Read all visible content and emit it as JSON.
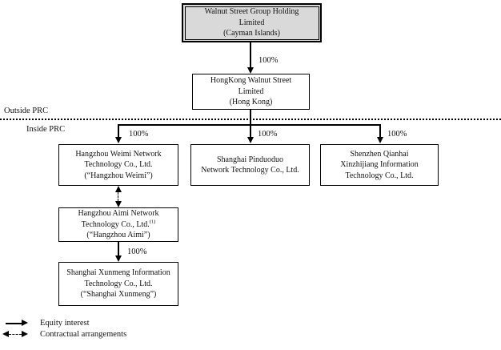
{
  "colors": {
    "background": "#ffffff",
    "top_box_fill": "#d9d9d9",
    "box_fill": "#ffffff",
    "line": "#000000",
    "text": "#111111"
  },
  "nodes": {
    "walnut": {
      "lines": [
        "Walnut Street Group Holding",
        "Limited",
        "(Cayman Islands)"
      ]
    },
    "hongkong": {
      "lines": [
        "HongKong Walnut Street",
        "Limited",
        "(Hong Kong)"
      ]
    },
    "weimi": {
      "lines": [
        "Hangzhou Weimi Network",
        "Technology Co., Ltd.",
        "(“Hangzhou Weimi”)"
      ]
    },
    "pinduoduo": {
      "lines": [
        "Shanghai Pinduoduo",
        "Network Technology Co., Ltd."
      ]
    },
    "qianhai": {
      "lines": [
        "Shenzhen Qianhai",
        "Xinzhijiang Information",
        "Technology Co., Ltd."
      ]
    },
    "aimi": {
      "line1": "Hangzhou Aimi Network",
      "line2": "Technology Co., Ltd.",
      "line2_sup": "(1)",
      "line3": "(“Hangzhou Aimi”)"
    },
    "xunmeng": {
      "lines": [
        "Shanghai Xunmeng Information",
        "Technology Co., Ltd.",
        "(“Shanghai Xunmeng”)"
      ]
    }
  },
  "labels": {
    "outside_prc": "Outside PRC",
    "inside_prc": "Inside PRC"
  },
  "percents": {
    "root": "100%",
    "weimi": "100%",
    "pinduoduo": "100%",
    "qianhai": "100%",
    "xunmeng": "100%"
  },
  "legend": {
    "equity": "Equity interest",
    "contractual": "Contractual arrangements"
  }
}
